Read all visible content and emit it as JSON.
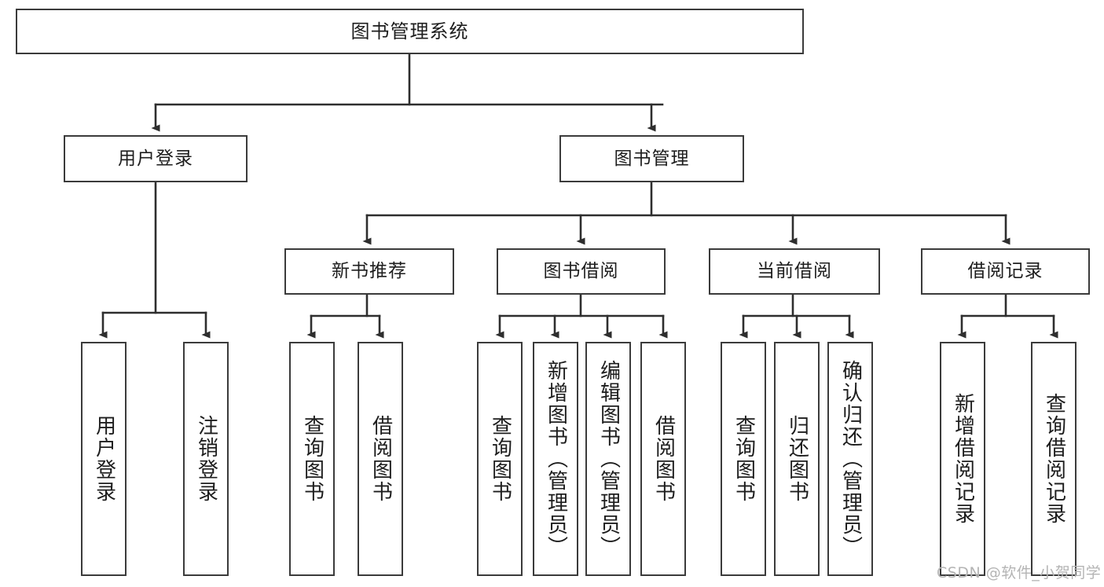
{
  "diagram": {
    "type": "tree-hierarchy",
    "title": "图书管理系统",
    "root": {
      "label": "图书管理系统"
    },
    "level2": [
      {
        "label": "用户登录"
      },
      {
        "label": "图书管理"
      }
    ],
    "level3": [
      {
        "label": "新书推荐"
      },
      {
        "label": "图书借阅"
      },
      {
        "label": "当前借阅"
      },
      {
        "label": "借阅记录"
      }
    ],
    "leaves": [
      {
        "label": "用户登录"
      },
      {
        "label": "注销登录"
      },
      {
        "label": "查询图书"
      },
      {
        "label": "借阅图书"
      },
      {
        "label": "查询图书"
      },
      {
        "label": "新增图书（管理员）"
      },
      {
        "label": "编辑图书（管理员）"
      },
      {
        "label": "借阅图书"
      },
      {
        "label": "查询图书"
      },
      {
        "label": "归还图书"
      },
      {
        "label": "确认归还（管理员）"
      },
      {
        "label": "新增借阅记录"
      },
      {
        "label": "查询借阅记录"
      }
    ],
    "edges": [
      {
        "from": "图书管理系统",
        "to": "用户登录"
      },
      {
        "from": "图书管理系统",
        "to": "图书管理"
      },
      {
        "from": "用户登录",
        "to": "用户登录"
      },
      {
        "from": "用户登录",
        "to": "注销登录"
      },
      {
        "from": "图书管理",
        "to": "新书推荐"
      },
      {
        "from": "图书管理",
        "to": "图书借阅"
      },
      {
        "from": "图书管理",
        "to": "当前借阅"
      },
      {
        "from": "图书管理",
        "to": "借阅记录"
      },
      {
        "from": "新书推荐",
        "to": "查询图书"
      },
      {
        "from": "新书推荐",
        "to": "借阅图书"
      },
      {
        "from": "图书借阅",
        "to": "查询图书"
      },
      {
        "from": "图书借阅",
        "to": "新增图书（管理员）"
      },
      {
        "from": "图书借阅",
        "to": "编辑图书（管理员）"
      },
      {
        "from": "图书借阅",
        "to": "借阅图书"
      },
      {
        "from": "当前借阅",
        "to": "查询图书"
      },
      {
        "from": "当前借阅",
        "to": "归还图书"
      },
      {
        "from": "当前借阅",
        "to": "确认归还（管理员）"
      },
      {
        "from": "借阅记录",
        "to": "新增借阅记录"
      },
      {
        "from": "借阅记录",
        "to": "查询借阅记录"
      }
    ],
    "colors": {
      "stroke": "#3b3b3b",
      "fill": "#ffffff",
      "text": "#1d1d1d",
      "watermark": "#b4b4b4"
    }
  },
  "watermark": {
    "text": "CSDN @软件_小贺同学"
  }
}
